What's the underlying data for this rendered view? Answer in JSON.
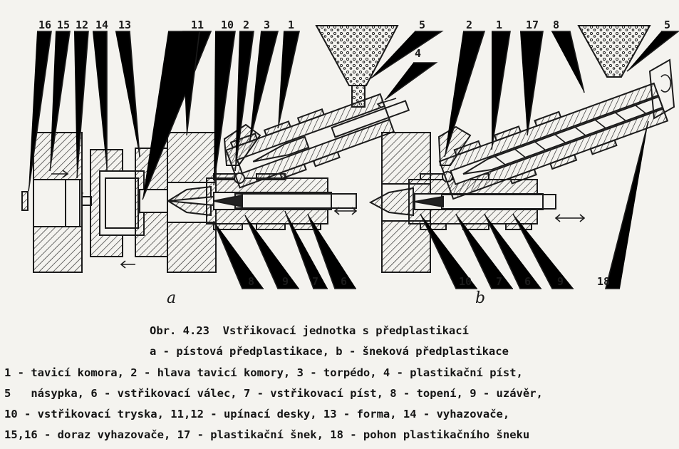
{
  "figure": {
    "sub_a": "a",
    "sub_b": "b",
    "labels_a_top": [
      "16",
      "15",
      "12",
      "14",
      "13",
      "11",
      "10",
      "2",
      "3",
      "1",
      "5",
      "4"
    ],
    "labels_a_bottom": [
      "8",
      "9",
      "7",
      "6"
    ],
    "labels_b_top": [
      "2",
      "1",
      "17",
      "8",
      "5"
    ],
    "labels_b_bottom": [
      "10",
      "7",
      "6",
      "9",
      "18"
    ]
  },
  "caption": {
    "title": "Obr. 4.23  Vstřikovací jednotka s předplastikací",
    "subtitle": "a - pístová předplastikace, b - šneková předplastikace",
    "legend": [
      "1 - tavicí komora, 2 - hlava tavicí komory, 3 - torpédo, 4 - plastikační píst,",
      "5   násypka, 6 - vstřikovací válec, 7 - vstřikovací píst, 8 - topení, 9 - uzávěr,",
      "10 - vstřikovací tryska, 11,12 - upínací desky, 13 - forma, 14 - vyhazovače,",
      "15,16 - doraz vyhazovače, 17 - plastikační šnek, 18 - pohon plastikačního šneku"
    ]
  }
}
